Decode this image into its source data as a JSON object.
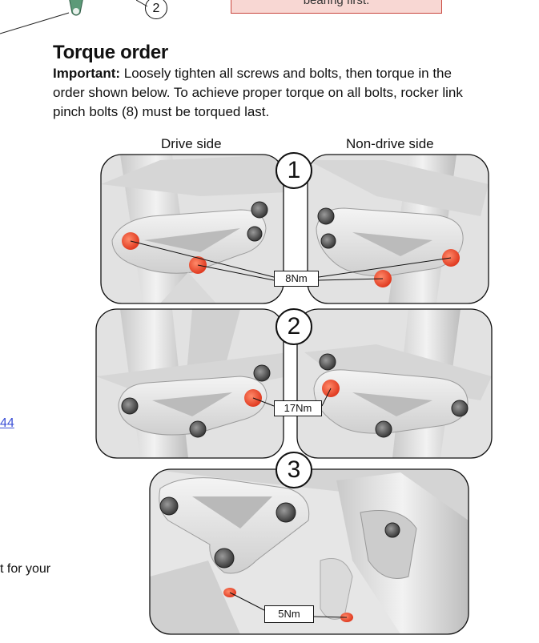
{
  "top": {
    "warning_tail": "bearing first.",
    "callout": "2"
  },
  "section": {
    "title": "Torque order",
    "important_label": "Important:",
    "important_text": " Loosely tighten all screws and bolts, then torque in the order shown below. To achieve proper torque on all bolts, rocker link pinch bolts (8) must be torqued last."
  },
  "side_labels": {
    "drive": "Drive side",
    "nondrive": "Non-drive side"
  },
  "steps": [
    {
      "number": "1",
      "torque": "8Nm"
    },
    {
      "number": "2",
      "torque": "17Nm"
    },
    {
      "number": "3",
      "torque": "5Nm"
    }
  ],
  "margin": {
    "link_text": "44",
    "fragment_text": "t for your"
  },
  "colors": {
    "bolt_highlight": "#e8452c",
    "warning_bg": "#f8d7d3",
    "warning_border": "#c9463d",
    "link": "#3b4fd6"
  }
}
